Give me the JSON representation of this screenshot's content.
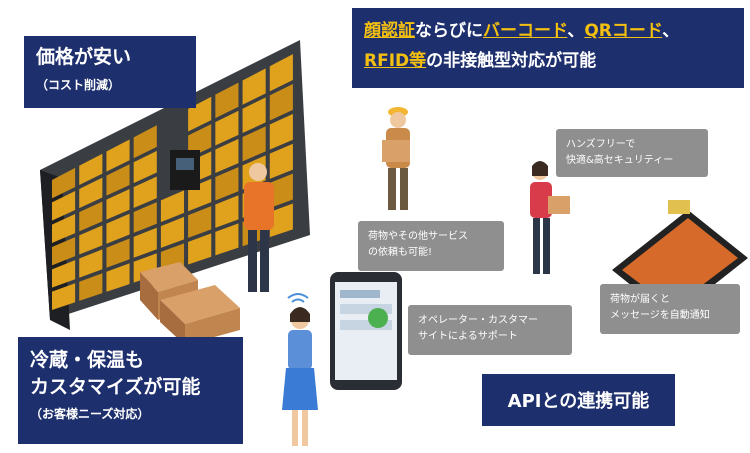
{
  "price_box": {
    "title": "価格が安い",
    "sub": "（コスト削減）"
  },
  "face_box": {
    "row1": [
      "顔認証",
      "ならびに",
      "バーコード",
      "、",
      "QRコード",
      "、"
    ],
    "row2": [
      "RFID等",
      "の非接触型対応が可能"
    ]
  },
  "cool_box": {
    "line1": "冷蔵・保温も",
    "line2": "カスタマイズが可能",
    "sub": "（お客様ニーズ対応）"
  },
  "api_box": {
    "text": "APIとの連携可能"
  },
  "notes": {
    "hands_free": {
      "line1": "ハンズフリーで",
      "line2": "快適&高セキュリティー"
    },
    "cargo": {
      "line1": "荷物やその他サービス",
      "line2": "の依頼も可能!"
    },
    "notify": {
      "line1": "荷物が届くと",
      "line2": "メッセージを自動通知"
    },
    "operator": {
      "line1": "オペレーター・カスタマー",
      "line2": "サイトによるサポート"
    }
  },
  "colors": {
    "navy": "#1e2f6e",
    "accent": "#f4c010",
    "note_gray": "#8f8f8f",
    "locker_dark": "#2e3033",
    "locker_panel": "#e0a21c"
  }
}
